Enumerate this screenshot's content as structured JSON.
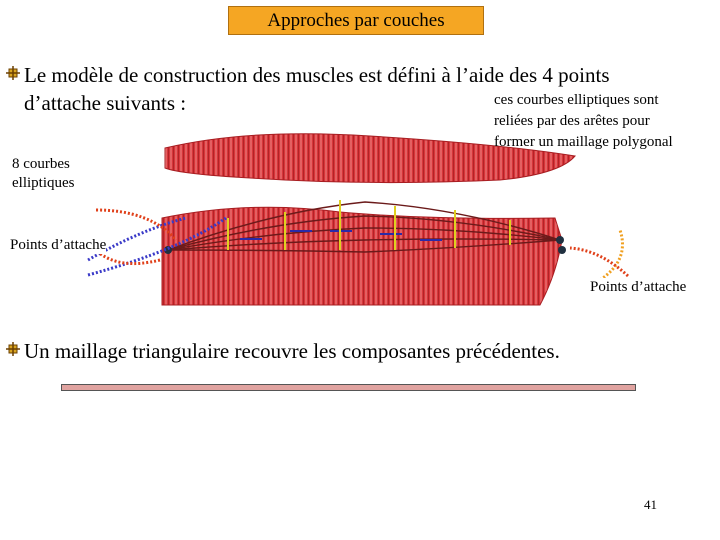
{
  "slide": {
    "title": "Approches par couches",
    "bullet1_line1": "Le modèle de construction des muscles est défini à l’aide des 4 points",
    "bullet1_line2": "d’attache suivants :",
    "annotation_right_line1": "ces courbes elliptiques sont",
    "annotation_right_line2": "reliées par des arêtes pour",
    "annotation_right_line3": "former un maillage polygonal",
    "label_curves_line1": "8 courbes",
    "label_curves_line2": "elliptiques",
    "label_points_left": "Points d’attache",
    "label_points_right": "Points d’attache",
    "bullet2": "Un maillage triangulaire recouvre les composantes précédentes.",
    "page_number": "41"
  },
  "colors": {
    "title_bg": "#f5a623",
    "muscle_red": "#d8353a",
    "arrow_blue": "#3a3ac8",
    "arrow_red": "#e0401a",
    "arrow_yellow": "#f0a020",
    "divider_fill": "#e0a3a0"
  },
  "icons": [
    "bullet-icon",
    "muscle-illustration"
  ]
}
